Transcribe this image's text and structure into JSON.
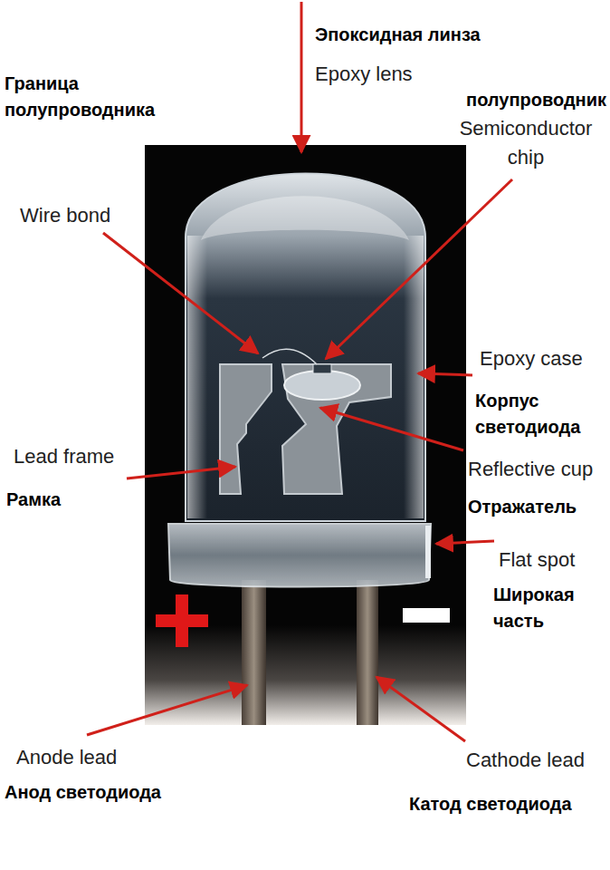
{
  "diagram": {
    "labels": [
      "Эпоксидная линза",
      "Граница полупроводника",
      "Epoxy lens",
      "полупроводник",
      "Semiconductor chip",
      "Wire bond",
      "Epoxy case",
      "Корпус светодиода",
      "Lead frame",
      "Reflective cup",
      "Рамка",
      "Отражатель",
      "Flat spot",
      "Широкая часть",
      "Anode lead",
      "Cathode lead",
      "Анод светодиода",
      "Катод светодиода"
    ]
  }
}
